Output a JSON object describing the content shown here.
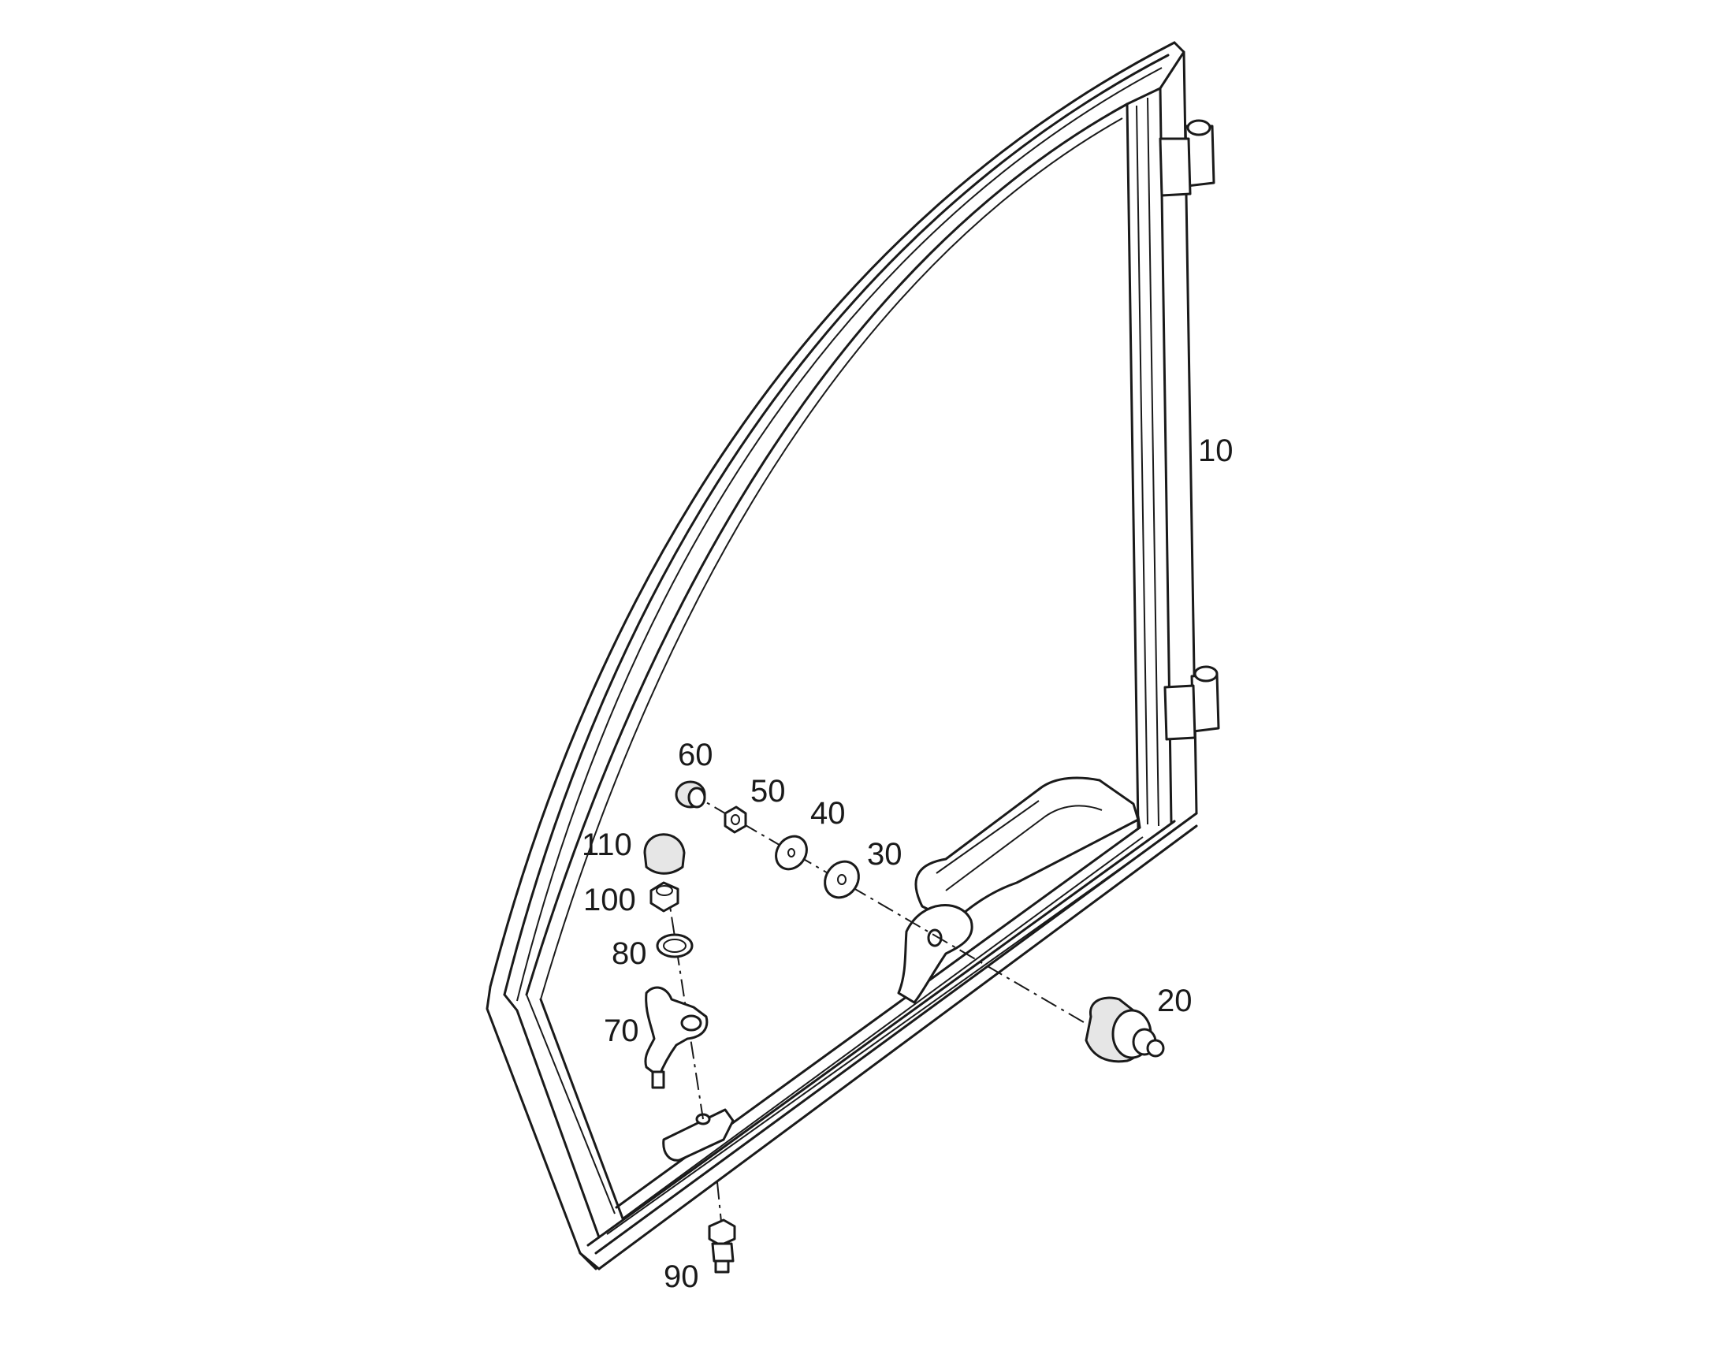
{
  "callouts": {
    "p10": "10",
    "p20": "20",
    "p30": "30",
    "p40": "40",
    "p50": "50",
    "p60": "60",
    "p70": "70",
    "p80": "80",
    "p90": "90",
    "p100": "100",
    "p110": "110"
  }
}
